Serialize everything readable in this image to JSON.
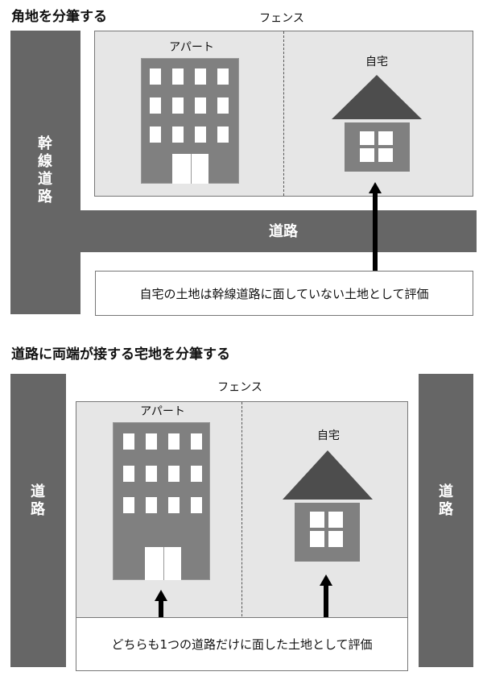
{
  "section1": {
    "title": "角地を分筆する",
    "fence_label": "フェンス",
    "apartment_label": "アパート",
    "home_label": "自宅",
    "main_road_label": "幹線道路",
    "road_label": "道路",
    "note": "自宅の土地は幹線道路に面していない土地として評価"
  },
  "section2": {
    "title": "道路に両端が接する宅地を分筆する",
    "fence_label": "フェンス",
    "apartment_label": "アパート",
    "home_label": "自宅",
    "left_road_label": "道路",
    "right_road_label": "道路",
    "note": "どちらも1つの道路だけに面した土地として評価"
  },
  "colors": {
    "road": "#666666",
    "lot": "#e6e6e6",
    "building": "#808080",
    "roof": "#4d4d4d"
  }
}
